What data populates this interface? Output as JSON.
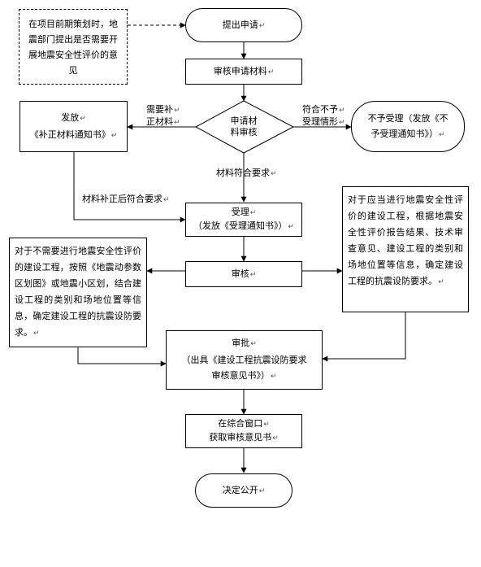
{
  "nodes": {
    "note_top": "在项目前期策划时，地震部门提出是否需要开展地震安全性评价的意见",
    "submit": "提出申请",
    "review_material": "审核申请材料",
    "decision": [
      "申请材",
      "料审核"
    ],
    "issue": [
      "发放",
      "《补正材料通知书》"
    ],
    "reject": [
      "不予受理（发放《不",
      "予受理通知书》）"
    ],
    "accept": [
      "受理",
      "（发放《受理通知书》）"
    ],
    "audit": "审核",
    "left_note": "对于不需要进行地震安全性评价的建设工程，按照《地震动参数区划图》或地震小区划，结合建设工程的类别和场地位置等信息，确定建设工程的抗震设防要求。",
    "right_note": "对于应当进行地震安全性评价的建设工程，根据地震安全性评价报告结果、技术审查意见、建设工程的类别和场地位置等信息，确定建设工程的抗震设防要求。",
    "approve": [
      "审批",
      "（出具《建设工程抗震设防要求",
      "审核意见书》）"
    ],
    "obtain": [
      "在综合窗口",
      "获取审核意见书"
    ],
    "publish": "决定公开"
  },
  "labels": {
    "need_supplement": [
      "需要补",
      "正材料"
    ],
    "not_accept": [
      "符合不予",
      "受理情形"
    ],
    "meets_requirements": "材料符合要求",
    "after_supplement": "材料补正后符合要求"
  },
  "mark": "↵"
}
